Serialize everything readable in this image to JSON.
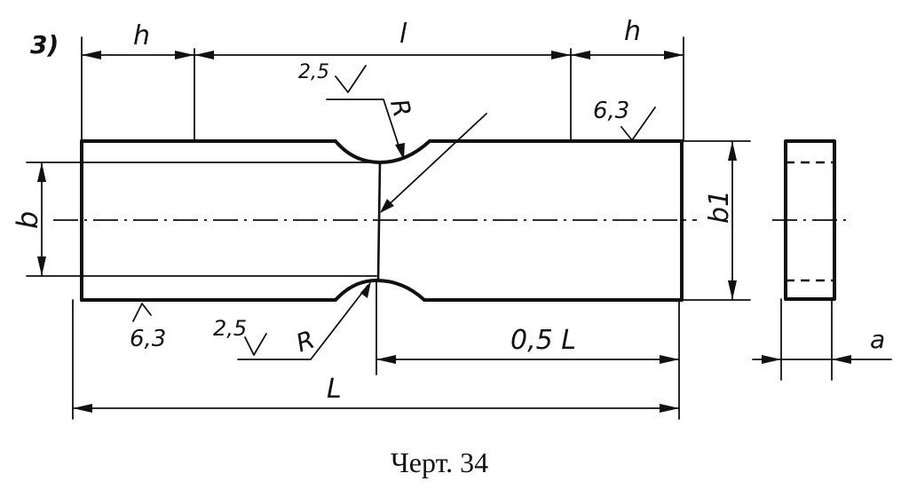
{
  "figure": {
    "view_label": "3)",
    "caption": "Черт. 34"
  },
  "dimensions": {
    "h_left": "h",
    "l": "l",
    "h_right": "h",
    "b": "b",
    "b1": "b1",
    "L": "L",
    "half_L": "0,5 L",
    "a": "a"
  },
  "radius": {
    "top": "R",
    "bottom": "R"
  },
  "roughness": {
    "notch_top": "2,5",
    "notch_bottom": "2,5",
    "surface_top_right": "6,3",
    "surface_bottom_left": "6,3"
  }
}
